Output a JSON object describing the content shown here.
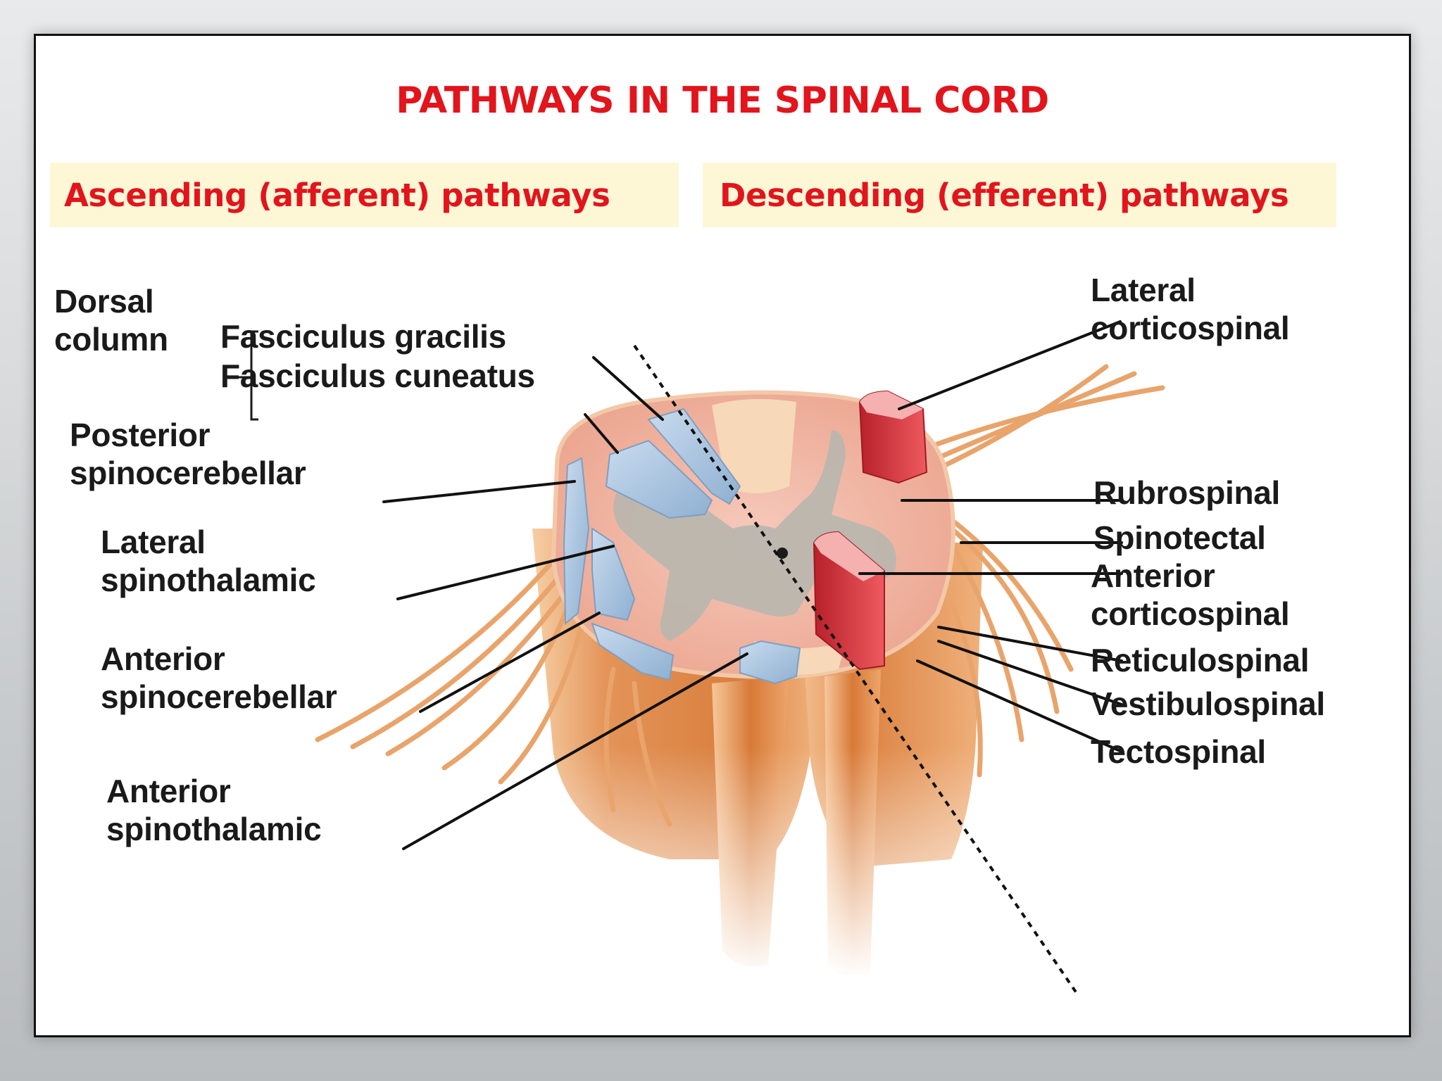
{
  "title": "PATHWAYS IN THE SPINAL CORD",
  "ascending_heading": "Ascending (afferent) pathways",
  "descending_heading": "Descending (efferent) pathways",
  "labels": {
    "dorsal_column": [
      "Dorsal",
      "column"
    ],
    "fasciculus_gracilis": "Fasciculus gracilis",
    "fasciculus_cuneatus": "Fasciculus cuneatus",
    "posterior_spinocerebellar": [
      "Posterior",
      "spinocerebellar"
    ],
    "lateral_spinothalamic": [
      "Lateral",
      "spinothalamic"
    ],
    "anterior_spinocerebellar": [
      "Anterior",
      "spinocerebellar"
    ],
    "anterior_spinothalamic": [
      "Anterior",
      "spinothalamic"
    ],
    "lateral_corticospinal": [
      "Lateral",
      "corticospinal"
    ],
    "rubrospinal": "Rubrospinal",
    "spinotectal": "Spinotectal",
    "anterior_corticospinal": [
      "Anterior",
      "corticospinal"
    ],
    "reticulospinal": "Reticulospinal",
    "vestibulospinal": "Vestibulospinal",
    "tectospinal": "Tectospinal"
  },
  "colors": {
    "title": "#e2141c",
    "heading_bg": "#fdf7d6",
    "ascending_tract": "#a9c3dd",
    "descending_tract": "#d8323c",
    "cord_tissue": "#e69c62",
    "cross_section": "#f1b5a6",
    "gray_matter": "#b9b6b0"
  }
}
